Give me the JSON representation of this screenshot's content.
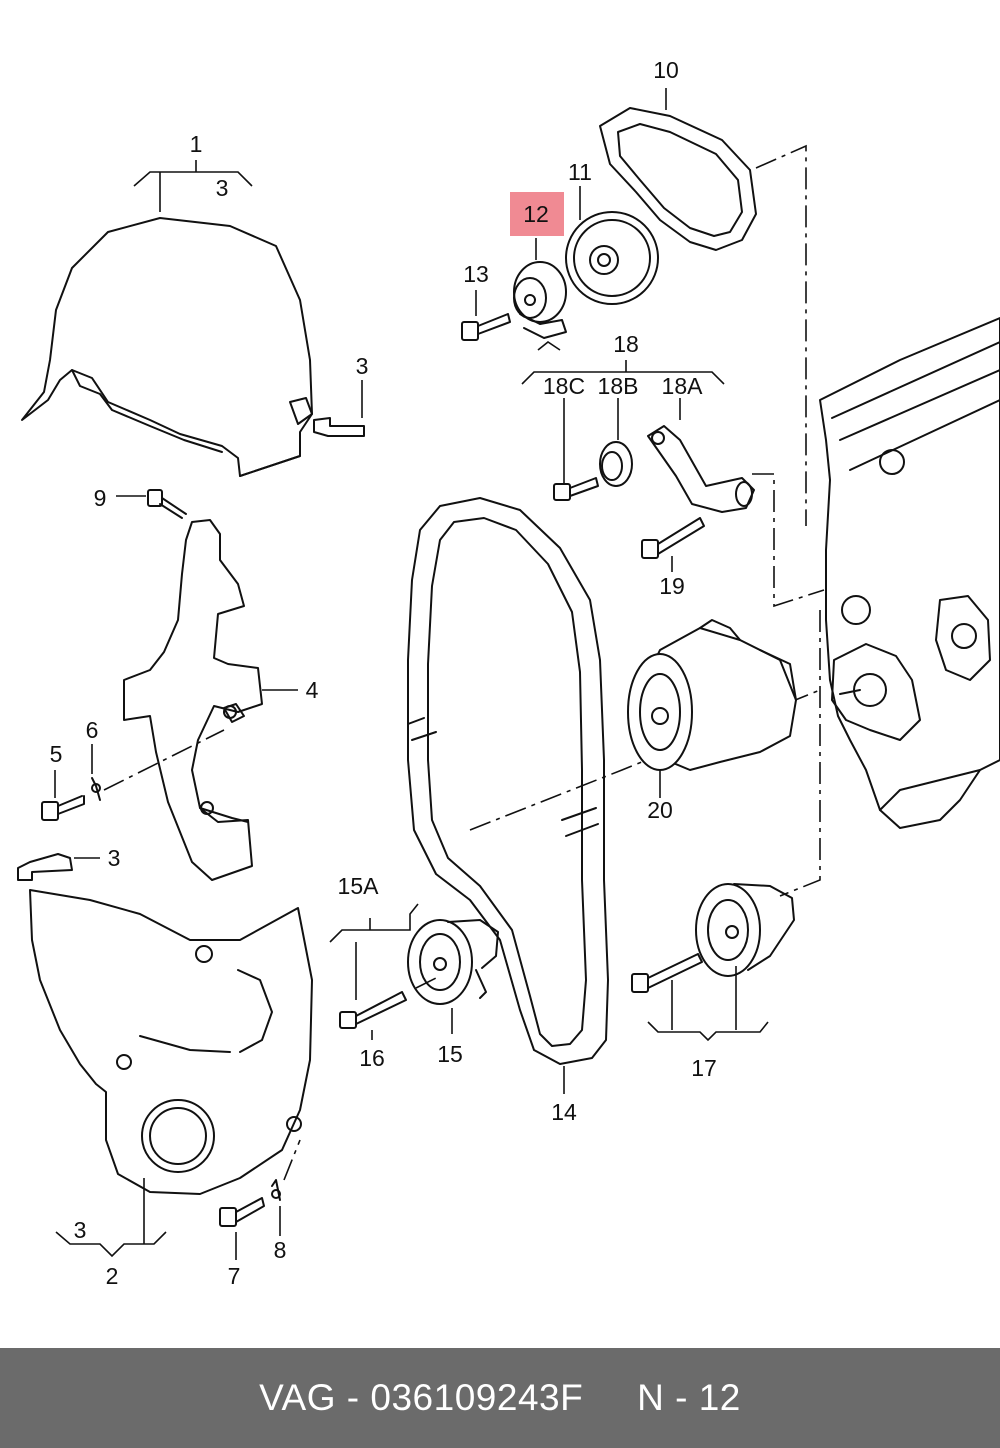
{
  "callouts": {
    "c1": "1",
    "c3a": "3",
    "c3b": "3",
    "c3c": "3",
    "c3d": "3",
    "c2": "2",
    "c4": "4",
    "c5": "5",
    "c6": "6",
    "c7": "7",
    "c8": "8",
    "c9": "9",
    "c10": "10",
    "c11": "11",
    "c12": "12",
    "c13": "13",
    "c14": "14",
    "c15": "15",
    "c15a": "15A",
    "c16": "16",
    "c17": "17",
    "c18": "18",
    "c18a": "18A",
    "c18b": "18B",
    "c18c": "18C",
    "c19": "19",
    "c20": "20"
  },
  "footer": {
    "brand": "VAG",
    "separator": " - ",
    "part_number": "036109243F",
    "position": "N - 12"
  },
  "colors": {
    "highlight": "#f08a93",
    "footer_background": "#6b6b6b",
    "footer_text": "#ffffff"
  }
}
